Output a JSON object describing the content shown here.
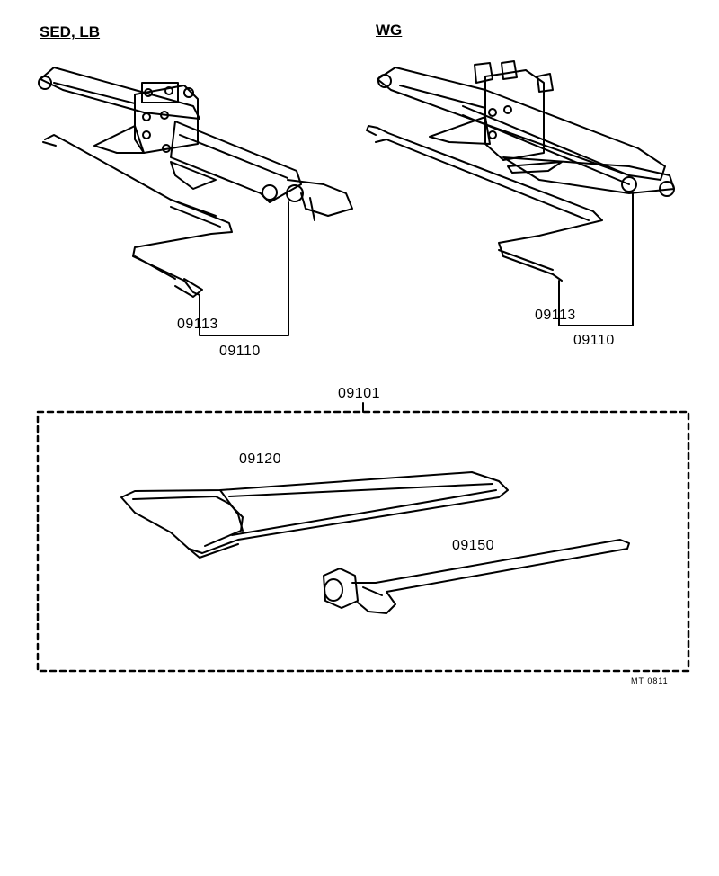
{
  "headers": {
    "left": "SED, LB",
    "right": "WG"
  },
  "left_jack": {
    "handle_part": "09113",
    "jack_part": "09110"
  },
  "right_jack": {
    "handle_part": "09113",
    "jack_part": "09110"
  },
  "kit": {
    "set_part": "09101",
    "bag_part": "09120",
    "wrench_part": "09150"
  },
  "footer_code": "MT 0811",
  "icons": [
    "scissor-jack-icon",
    "jack-handle-icon",
    "tool-bag-icon",
    "lug-wrench-icon"
  ]
}
